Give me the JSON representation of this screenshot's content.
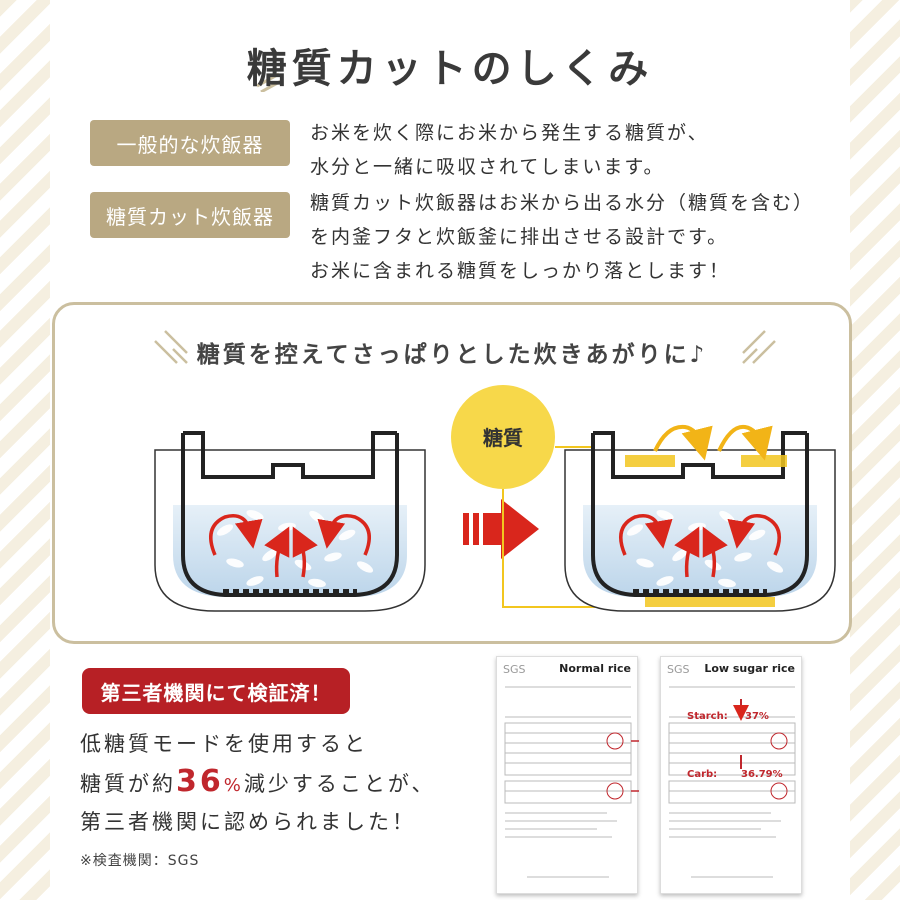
{
  "title": "糖質カットのしくみ",
  "compare": [
    {
      "label": "一般的な炊飯器",
      "lines": [
        "お米を炊く際にお米から発生する糖質が、",
        "水分と一緒に吸収されてしまいます。"
      ]
    },
    {
      "label": "糖質カット炊飯器",
      "lines": [
        "糖質カット炊飯器はお米から出る水分（糖質を含む）",
        "を内釜フタと炊飯釜に排出させる設計です。",
        "お米に含まれる糖質をしっかり落とします！"
      ]
    }
  ],
  "panel": {
    "title": "糖質を控えてさっぱりとした炊きあがりに♪",
    "sugar_label": "糖質"
  },
  "verify": {
    "badge": "第三者機関にて検証済！",
    "line1": "低糖質モードを使用すると",
    "line2_pre": "糖質が約",
    "line2_num": "36",
    "line2_pct": "%",
    "line2_post": "減少することが、",
    "line3": "第三者機関に認められました！",
    "note": "※検査機関：SGS"
  },
  "reports": [
    {
      "logo": "SGS",
      "title": "Normal rice"
    },
    {
      "logo": "SGS",
      "title": "Low sugar rice",
      "starch_label": "Starch:",
      "starch_value": "37%",
      "carb_label": "Carb:",
      "carb_value": "36.79%"
    }
  ],
  "colors": {
    "accent": "#c0272d",
    "beige": "#b9a882",
    "yellow": "#f7d84a",
    "water": "#d8e8f4"
  }
}
